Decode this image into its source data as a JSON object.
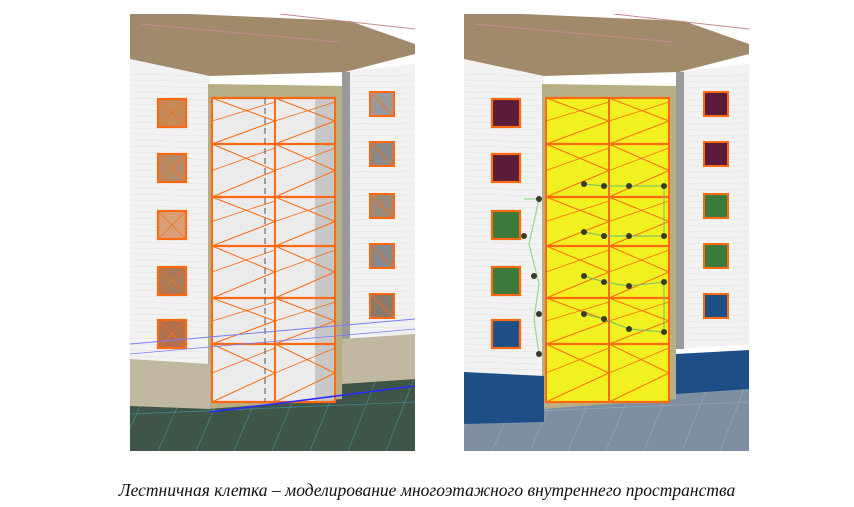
{
  "caption": "Лестничная клетка – моделирование многоэтажного внутреннего пространства",
  "figures": [
    {
      "id": "left",
      "variant": "wireframe",
      "window_colors": [
        "#c48a5a",
        "#b48a6a",
        "#d8a078",
        "#a87a5a",
        "#b07050"
      ],
      "right_window_colors": [
        "#9a9a9a",
        "#8a8a8a",
        "#9a8a7a",
        "#888888",
        "#8a7a6a"
      ]
    },
    {
      "id": "right",
      "variant": "shaded",
      "window_colors": [
        "#5a1c3a",
        "#5a1c3a",
        "#3a7a3a",
        "#3a7a3a",
        "#1d4f86"
      ],
      "right_window_colors": [
        "#5a1c3a",
        "#5a1c3a",
        "#3a7a3a",
        "#3a7a3a",
        "#1d4f86"
      ]
    }
  ],
  "colors": {
    "wall": "#f2f2f2",
    "roof": "#a08a6a",
    "edge": "#ff6a10",
    "stair_glass_left": "#ebebeb",
    "stair_glass_right": "#f4f41a",
    "ground_left": "#3f5547",
    "ground_right": "#7f8fa3",
    "base_right": "#1d4f86"
  }
}
